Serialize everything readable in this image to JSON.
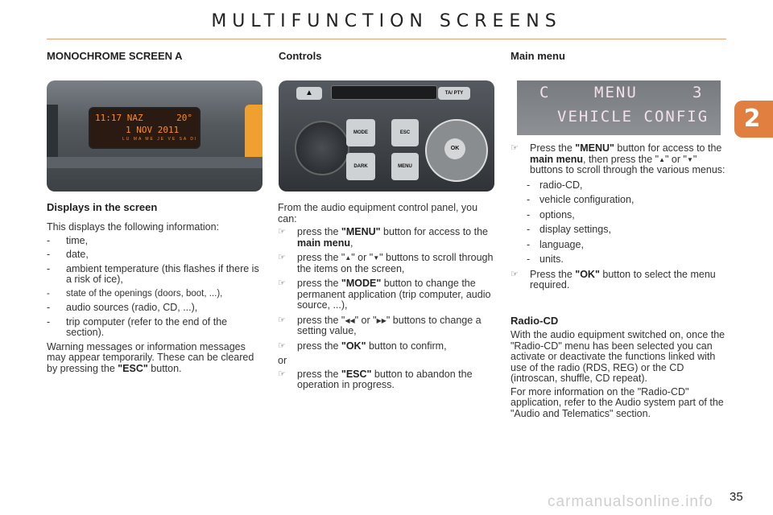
{
  "header": {
    "title": "MULTIFUNCTION SCREENS",
    "chapter_tab": "2"
  },
  "col1": {
    "heading": "MONOCHROME SCREEN A",
    "image": {
      "line1_left": "11:17 NAZ",
      "line1_right": "20°",
      "line2": "1 NOV 2011",
      "line3": "LU MA ME JE VE SA DI"
    },
    "subheading": "Displays in the screen",
    "intro": "This displays the following information:",
    "items": [
      "time,",
      "date,",
      "ambient temperature (this flashes if there is a risk of ice),",
      "state of the openings (doors, boot, ...),",
      "audio sources (radio, CD, ...),",
      "trip computer (refer to the end of the section)."
    ],
    "note_a": "Warning messages or information messages may appear temporarily. These can be cleared by pressing the ",
    "note_esc": "\"ESC\"",
    "note_b": " button."
  },
  "col2": {
    "heading": "Controls",
    "image": {
      "btn_ta": "TA/ PTY",
      "btn_mode": "MODE",
      "btn_dark": "DARK",
      "btn_esc": "ESC",
      "btn_menu": "MENU",
      "btn_ok": "OK"
    },
    "intro": "From the audio equipment control panel, you can:",
    "i1_a": "press the ",
    "i1_b": "\"MENU\"",
    "i1_c": " button for access to the ",
    "i1_d": "main menu",
    "i1_e": ",",
    "i2_a": "press the \"",
    "i2_b": "\" or \"",
    "i2_c": "\" buttons to scroll through the items on the screen,",
    "i3_a": "press the ",
    "i3_b": "\"MODE\"",
    "i3_c": " button to change the permanent application (trip computer, audio source, ...),",
    "i4_a": "press the \"",
    "i4_b": "\" or \"",
    "i4_c": "\" buttons to change a setting value,",
    "i5_a": "press the ",
    "i5_b": "\"OK\"",
    "i5_c": " button to confirm,",
    "or": "or",
    "i6_a": "press the ",
    "i6_b": "\"ESC\"",
    "i6_c": " button to abandon the operation in progress."
  },
  "col3": {
    "heading": "Main menu",
    "image": {
      "row1_left": "C",
      "row1_mid": "MENU",
      "row1_right": "3",
      "row2": "VEHICLE CONFIG"
    },
    "p1_a": "Press the ",
    "p1_b": "\"MENU\"",
    "p1_c": " button for access to the ",
    "p1_d": "main menu",
    "p1_e": ", then press the \"",
    "p1_f": "\" or \"",
    "p1_g": "\" buttons to scroll through the various menus:",
    "menus": [
      "radio-CD,",
      "vehicle configuration,",
      "options,",
      "display settings,",
      "language,",
      "units."
    ],
    "p2_a": "Press the ",
    "p2_b": "\"OK\"",
    "p2_c": " button to select the menu required.",
    "sub": "Radio-CD",
    "para1": "With the audio equipment switched on, once the \"Radio-CD\" menu has been selected you can activate or deactivate the functions linked with use of the radio (RDS, REG) or the CD (introscan, shuffle, CD repeat).",
    "para2": "For more information on the \"Radio-CD\" application, refer to the Audio system part of the \"Audio and Telematics\" section."
  },
  "footer": {
    "page_number": "35",
    "watermark": "carmanualsonline.info"
  },
  "icons": {
    "bullet": "pointing-hand-icon",
    "up": "up-triangle-icon",
    "down": "down-triangle-icon",
    "prev": "rewind-icon",
    "next": "fast-forward-icon"
  }
}
